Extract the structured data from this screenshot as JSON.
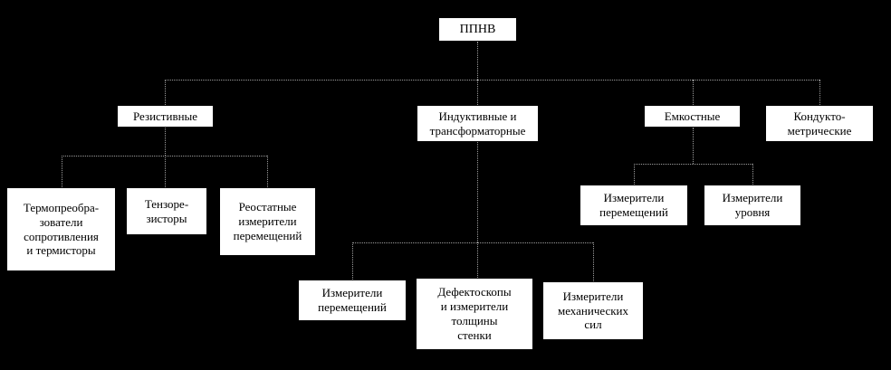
{
  "colors": {
    "background": "#000000",
    "box_background": "#ffffff",
    "box_border": "#000000",
    "box_text": "#000000",
    "connector": "#9c9c9c"
  },
  "root": {
    "label": "ППНВ"
  },
  "branches": [
    {
      "id": "rezistivnye",
      "label": "Резистивные",
      "children": [
        {
          "label": "Термопреобра-\nзователи\nсопротивления\nи термисторы"
        },
        {
          "label": "Тензоре-\nзисторы"
        },
        {
          "label": "Реостатные\nизмерители\nперемещений"
        }
      ]
    },
    {
      "id": "induktivnye-transformatornye",
      "label": "Индуктивные и\nтрансформаторные",
      "children": [
        {
          "label": "Измерители\nперемещений"
        },
        {
          "label": "Дефектоскопы\nи измерители\nтолщины\nстенки"
        },
        {
          "label": "Измерители\nмеханических\nсил"
        }
      ]
    },
    {
      "id": "emkostnye",
      "label": "Емкостные",
      "children": [
        {
          "label": "Измерители\nперемещений"
        },
        {
          "label": "Измерители\nуровня"
        }
      ]
    },
    {
      "id": "konduktometricheskie",
      "label": "Кондукто-\nметрические",
      "children": []
    }
  ]
}
